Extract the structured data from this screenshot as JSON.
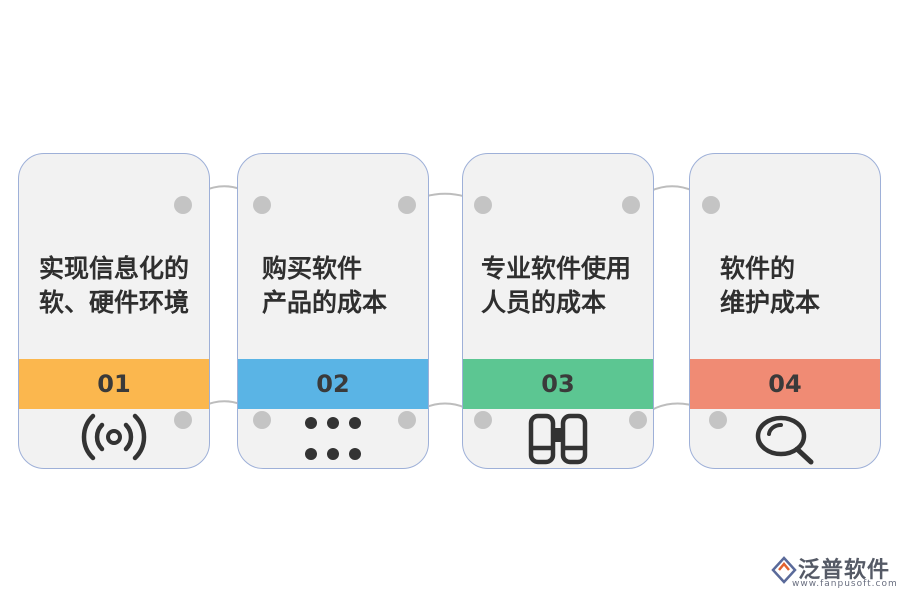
{
  "steps": [
    {
      "number": "01",
      "title": "实现信息化的\n软、硬件环境",
      "color": "#fbb74e",
      "icon": "broadcast-icon"
    },
    {
      "number": "02",
      "title": "购买软件\n产品的成本",
      "color": "#5ab4e5",
      "icon": "dots-grid-icon"
    },
    {
      "number": "03",
      "title": "专业软件使用\n人员的成本",
      "color": "#5cc692",
      "icon": "binoculars-icon"
    },
    {
      "number": "04",
      "title": "软件的\n维护成本",
      "color": "#f08b74",
      "icon": "magnifier-icon"
    }
  ],
  "logo": {
    "name": "泛普软件",
    "url": "www.fanpusoft.com"
  }
}
